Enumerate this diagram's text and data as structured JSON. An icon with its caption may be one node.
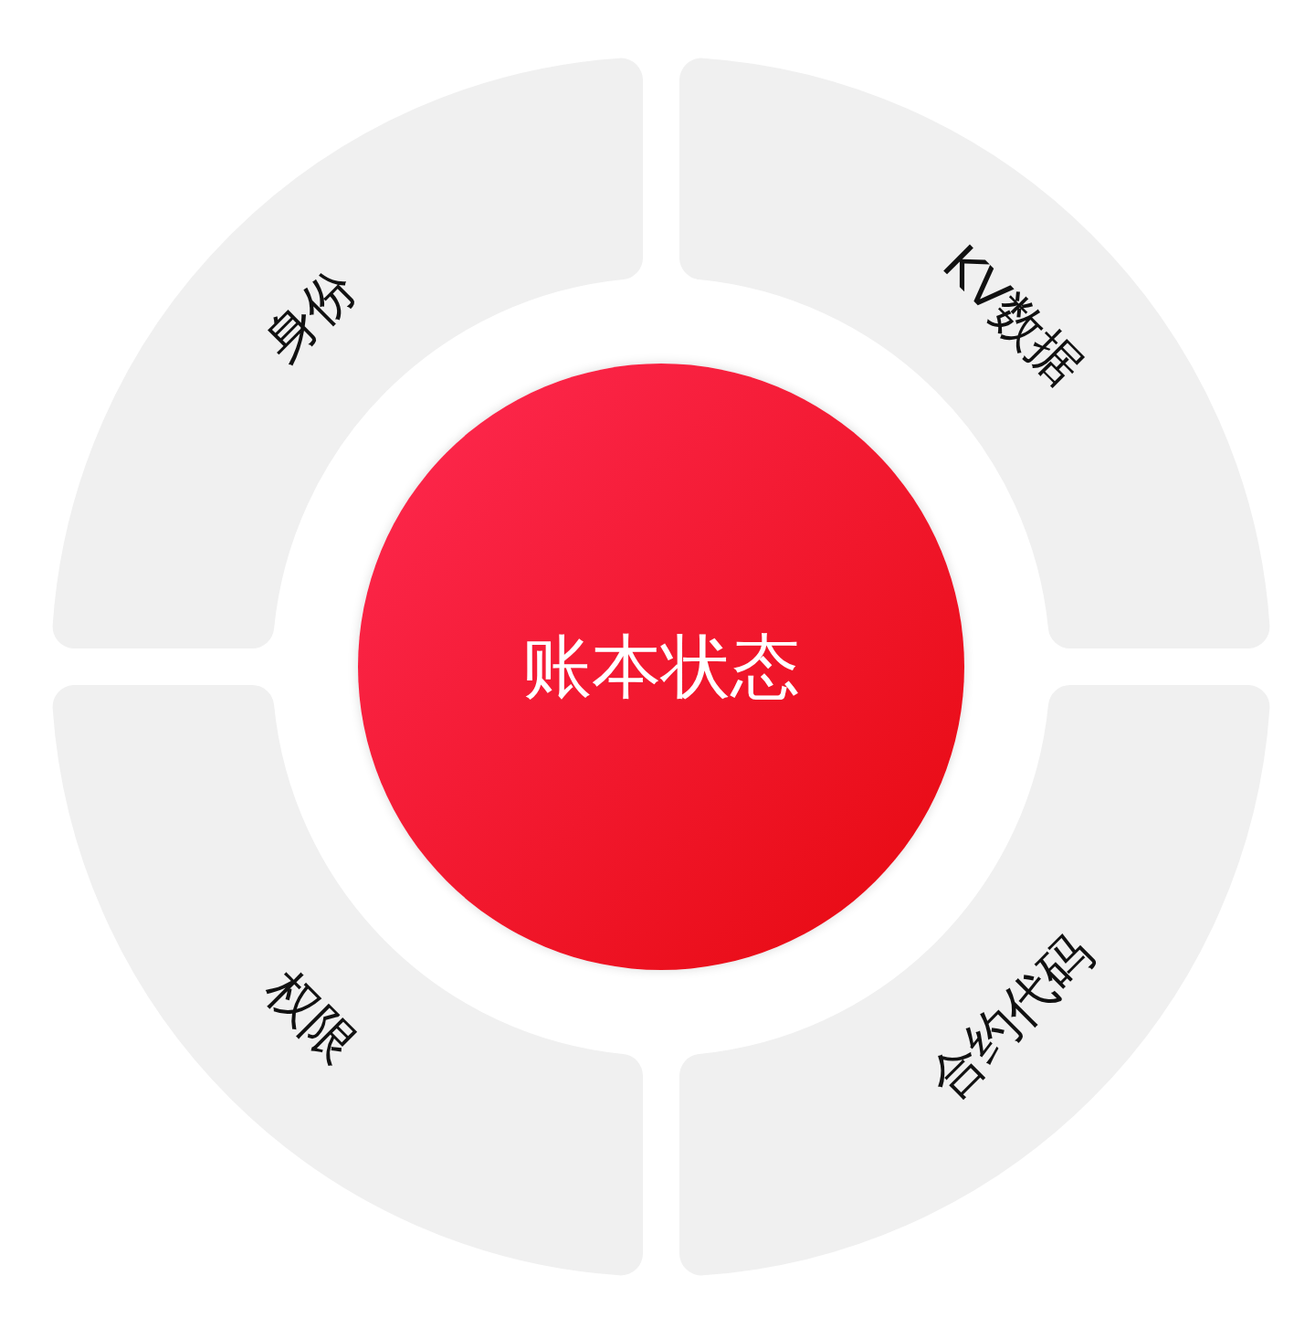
{
  "diagram": {
    "nodes": [
      {
        "text": [
          "身份"
        ]
      },
      {
        "text": [
          "KV数据"
        ]
      },
      {
        "text": [
          "账本状态"
        ]
      },
      {
        "text": [
          "权限"
        ]
      },
      {
        "text": [
          "合约代码"
        ]
      }
    ]
  }
}
